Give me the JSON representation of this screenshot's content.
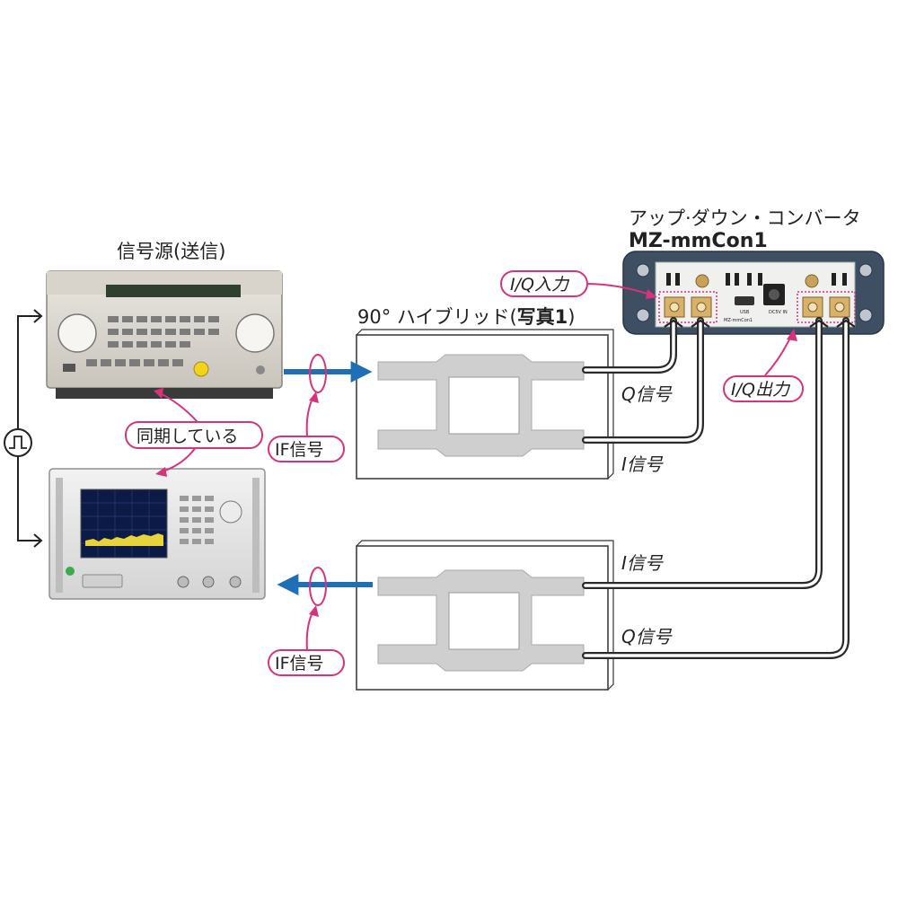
{
  "labels": {
    "signal_source": "信号源(送信)",
    "converter_title": "アップ·ダウン・コンバータ",
    "converter_model": "MZ-mmCon1",
    "hybrid_title_prefix": "90° ハイブリッド(",
    "hybrid_title_bold": "写真1",
    "hybrid_title_suffix": ")",
    "q_signal_top": "Q信号",
    "i_signal_top": "I信号",
    "i_signal_bottom": "I信号",
    "q_signal_bottom": "Q信号"
  },
  "callouts": {
    "iq_input": "I/Q入力",
    "iq_output": "I/Q出力",
    "synchronized": "同期している",
    "if_signal_top": "IF信号",
    "if_signal_bottom": "IF信号"
  },
  "device_text": {
    "usb": "USB",
    "dc_in": "DC5V IN",
    "model_small": "MZ-mmCon1"
  },
  "colors": {
    "accent_pink": "#d6337a",
    "flow_blue": "#1e6fb5",
    "hybrid_gray": "#cfcfcf",
    "converter_body": "#3e4e63",
    "connector_gold": "#c8a25a"
  },
  "icons": {
    "pulse": "pulse-waveform-icon"
  }
}
